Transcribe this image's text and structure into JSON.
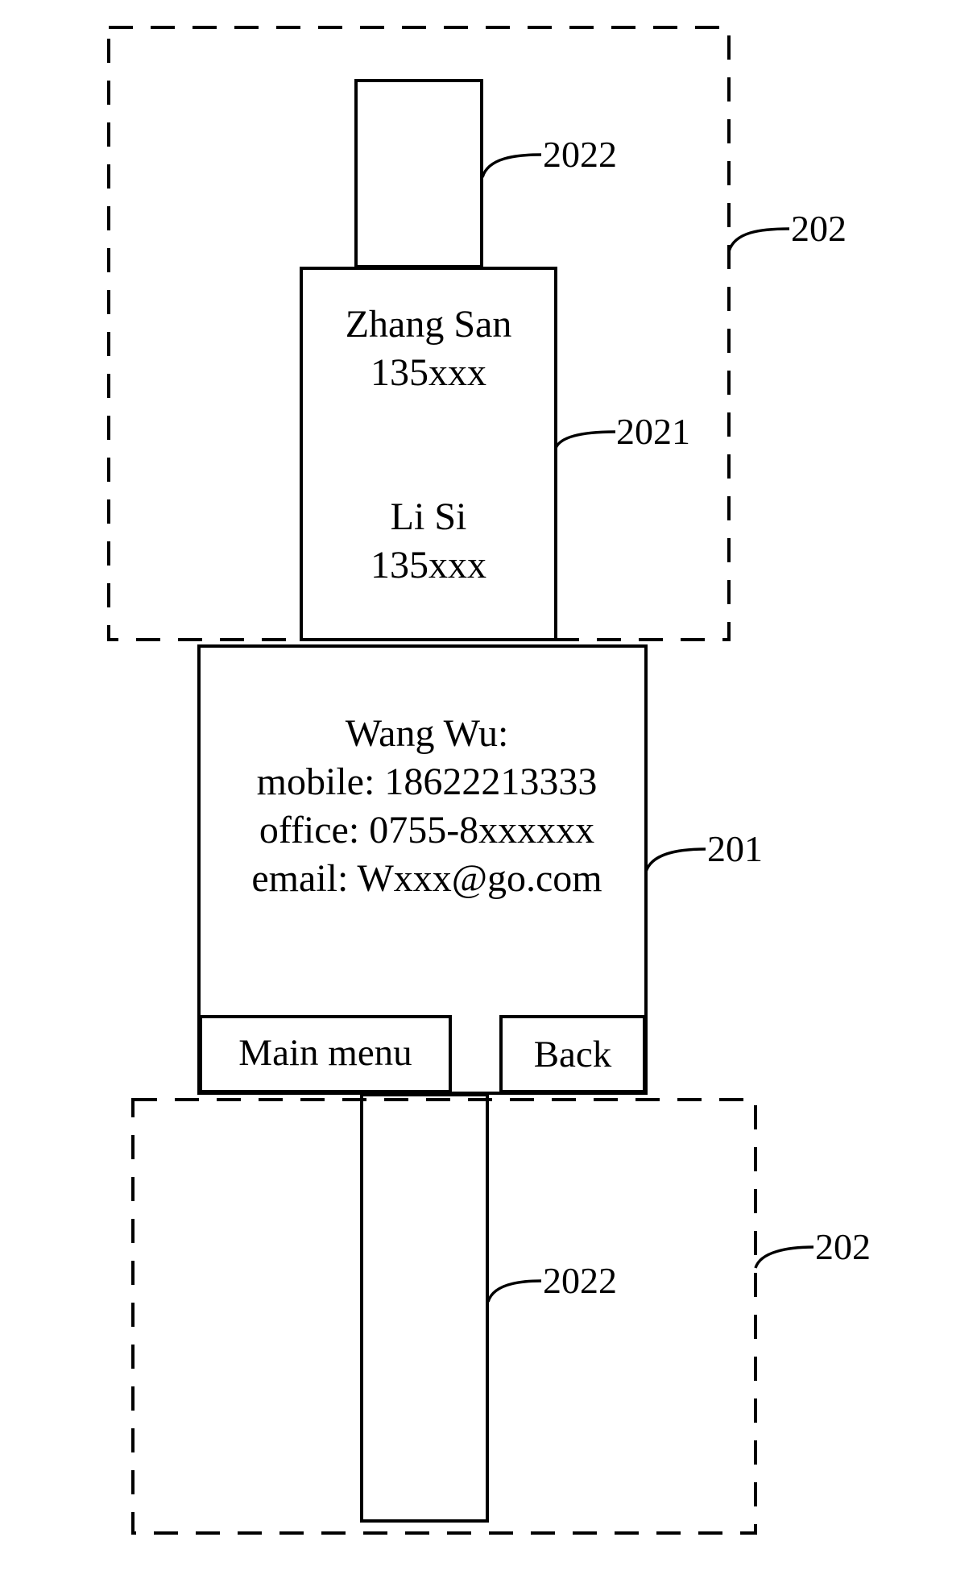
{
  "contact_list": {
    "entries": [
      {
        "name": "Zhang San",
        "number": "135xxx"
      },
      {
        "name": "Li Si",
        "number": "135xxx"
      }
    ]
  },
  "contact_detail": {
    "name": "Wang Wu:",
    "mobile": "mobile: 18622213333",
    "office": "office: 0755-8xxxxxx",
    "email": "email: Wxxx@go.com"
  },
  "softkeys": {
    "left": "Main menu",
    "right": "Back"
  },
  "reference_numerals": {
    "top_slider": "2022",
    "top_region": "202",
    "list_panel": "2021",
    "screen": "201",
    "bottom_region": "202",
    "bottom_slider": "2022"
  }
}
